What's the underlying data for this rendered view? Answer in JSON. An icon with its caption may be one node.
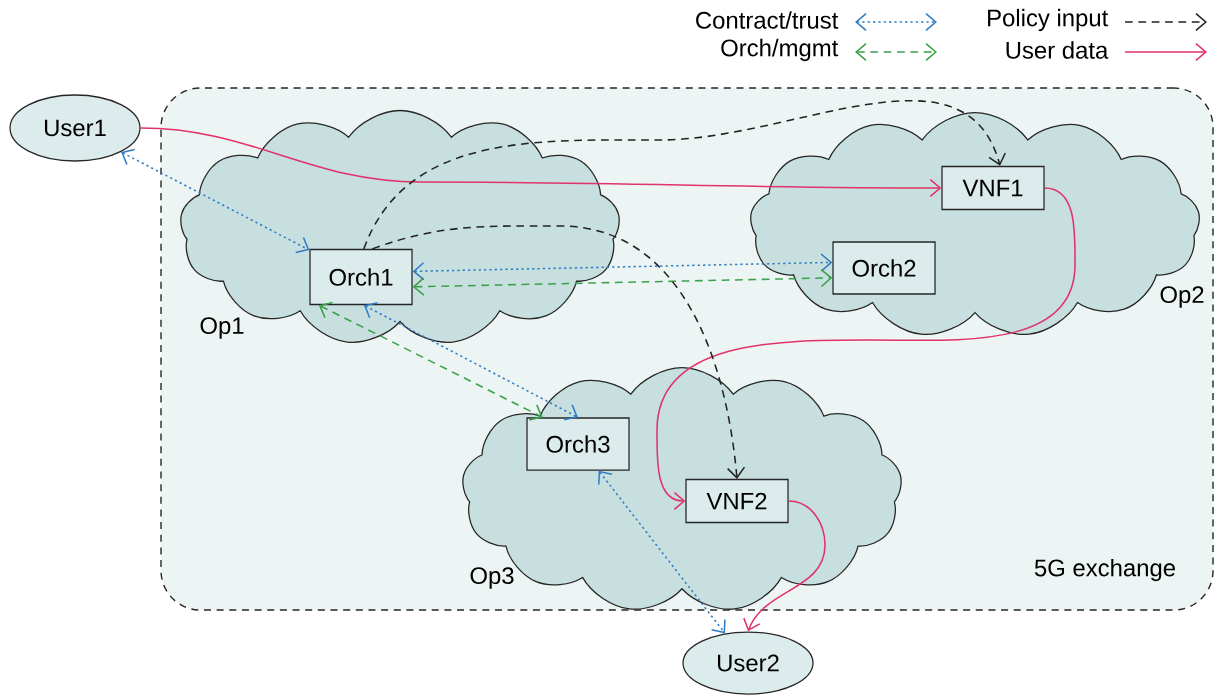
{
  "diagram": {
    "nodes": [
      {
        "text": [
          "5G exchange"
        ]
      },
      {
        "text": [
          "Op1"
        ],
        "in": 0
      },
      {
        "text": [
          "Op2"
        ],
        "in": 0
      },
      {
        "text": [
          "Op3"
        ],
        "in": 0
      },
      {
        "text": [
          "User1"
        ]
      },
      {
        "text": [
          "Orch1"
        ],
        "in": 1
      },
      {
        "text": [
          "VNF1"
        ],
        "in": 2
      },
      {
        "text": [
          "Orch2"
        ],
        "in": 2
      },
      {
        "text": [
          "Orch3"
        ],
        "in": 3
      },
      {
        "text": [
          "VNF2"
        ],
        "in": 3
      },
      {
        "text": [
          "User2"
        ]
      }
    ],
    "edges": [
      {
        "from": 4,
        "to": 6,
        "arrow": "to",
        "color": "#e0336a"
      },
      {
        "from": 6,
        "to": 9,
        "arrow": "to",
        "color": "#e0336a"
      },
      {
        "from": 9,
        "to": 10,
        "arrow": "to",
        "color": "#e0336a"
      },
      {
        "from": 4,
        "to": 5,
        "arrow": "both",
        "style": "dashed",
        "color": "#2f7cc4"
      },
      {
        "from": 5,
        "to": 7,
        "arrow": "both",
        "style": "dashed",
        "color": "#2f7cc4"
      },
      {
        "from": 5,
        "to": 7,
        "arrow": "both",
        "style": "dashed",
        "color": "#3aa04a"
      },
      {
        "from": 5,
        "to": 8,
        "arrow": "both",
        "style": "dashed",
        "color": "#3aa04a"
      },
      {
        "from": 5,
        "to": 8,
        "arrow": "both",
        "style": "dashed",
        "color": "#2f7cc4"
      },
      {
        "from": 8,
        "to": 10,
        "arrow": "both",
        "style": "dashed",
        "color": "#2f7cc4"
      },
      {
        "from": 5,
        "to": 6,
        "arrow": "to",
        "style": "dashed",
        "color": "#222222"
      },
      {
        "from": 5,
        "to": 9,
        "arrow": "to",
        "style": "dashed",
        "color": "#222222"
      }
    ],
    "legend": [
      {
        "text": "Contract/trust"
      },
      {
        "text": "Policy input"
      },
      {
        "text": "Orch/mgmt"
      },
      {
        "text": "User data"
      }
    ]
  }
}
